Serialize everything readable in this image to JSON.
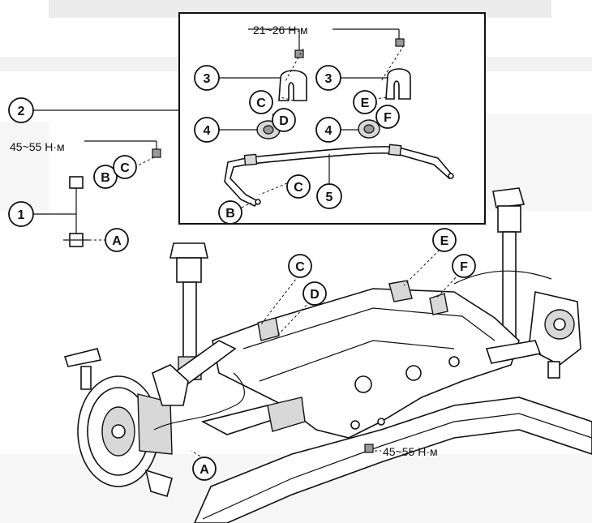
{
  "header_text": "",
  "torque": {
    "stabilizer_bracket": "21~26 Н·м",
    "link_upper": "45~55 Н·м",
    "link_lower": "45~55 Н·м"
  },
  "callouts": {
    "n1": "1",
    "n2": "2",
    "n3a": "3",
    "n3b": "3",
    "n4a": "4",
    "n4b": "4",
    "n5": "5",
    "A_link": "A",
    "A_axle": "A",
    "B_link": "B",
    "B_bar": "B",
    "C_link": "C",
    "C_bracket": "C",
    "C_bar": "C",
    "C_frame": "C",
    "D_bushing": "D",
    "D_frame": "D",
    "E_bracket": "E",
    "E_frame": "E",
    "F_bushing": "F",
    "F_frame": "F"
  }
}
